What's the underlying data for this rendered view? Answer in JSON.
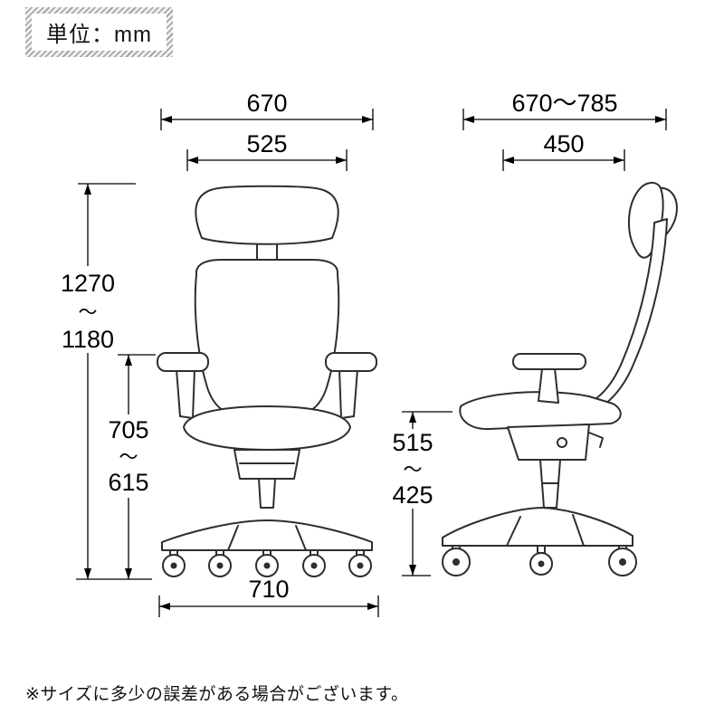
{
  "unit_box": {
    "label": "単位：mm"
  },
  "footnote": "※サイズに多少の誤差がある場合がございます。",
  "front_view": {
    "total_width": "670",
    "backrest_width": "525",
    "height_max": "1270",
    "height_tilde": "～",
    "height_min": "1180",
    "arm_height_max": "705",
    "arm_tilde": "～",
    "arm_height_min": "615",
    "base_width": "710"
  },
  "side_view": {
    "depth_range": "670～785",
    "seat_depth": "450",
    "seat_height_max": "515",
    "seat_tilde": "～",
    "seat_height_min": "425"
  }
}
